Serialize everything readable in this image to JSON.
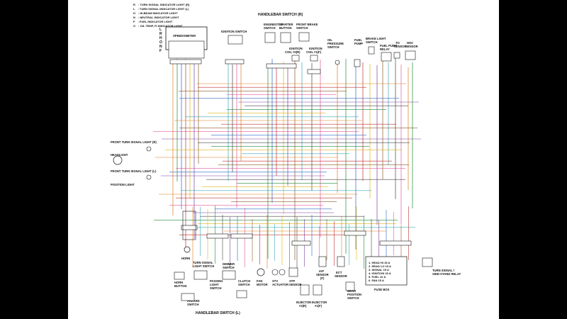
{
  "legend": [
    {
      "letter": "R",
      "text": ": TURN SIGNAL INDICATOR LIGHT (R)"
    },
    {
      "letter": "L",
      "text": ": TURN SIGNAL INDICATOR LIGHT (L)"
    },
    {
      "letter": "H",
      "text": ": HI-BEAM INDICATOR LIGHT"
    },
    {
      "letter": "N",
      "text": ": NEUTRAL INDICATOR LIGHT"
    },
    {
      "letter": "F",
      "text": ": FUEL INDICATOR LIGHT"
    },
    {
      "letter": "O",
      "text": ": OIL TEMP, FI INDICATOR LIGHT"
    }
  ],
  "titles": {
    "handlebar_r": "HANDLEBAR SWITCH (R)",
    "handlebar_l": "HANDLEBAR SWITCH (L)"
  },
  "components": {
    "speedometer": "SPEEDOMETER",
    "ignition_switch": "IGNITION SWITCH",
    "engine_stop": [
      "ENGINESTOP",
      "SWITCH"
    ],
    "starter_button": [
      "STARTER",
      "BUTTON"
    ],
    "front_brake": [
      "FRONT BRAKE",
      "SWITCH"
    ],
    "ignition_coil_r": [
      "IGNITION",
      "COIL #2(R)"
    ],
    "ignition_coil_f": [
      "IGNITION",
      "COIL #1(F)"
    ],
    "oil_pressure": [
      "OIL",
      "PRESSURE",
      "SWITCH"
    ],
    "fuel_pump": [
      "FUEL",
      "PUMP"
    ],
    "brake_light": [
      "BRAKE LIGHT",
      "SWITCH"
    ],
    "fuel_pump_relay": [
      "FUEL PUMP",
      "RELAY"
    ],
    "to_sensor": [
      "TO",
      "SENSOR"
    ],
    "hoc_sensor": [
      "HOC",
      "SENSOR"
    ],
    "front_turn_r": "FRONT TURN SIGNAL LIGHT (R)",
    "headlight": "HEADLIGHT",
    "front_turn_l": "FRONT TURN SIGNAL LIGHT (L)",
    "position_light": "POSITION LIGHT",
    "horn": "HORN",
    "horn_button": [
      "HORN",
      "BUTTON"
    ],
    "turn_signal_switch": [
      "TURN SIGNAL",
      "LIGHT SWITCH"
    ],
    "dimmer_switch": [
      "DIMMER",
      "SWITCH"
    ],
    "passing_switch": [
      "PASSING",
      "LIGHT",
      "SWITCH"
    ],
    "clutch_switch": [
      "CLUTCH",
      "SWITCH"
    ],
    "hazard_switch": [
      "HAZARD",
      "SWITCH"
    ],
    "fan_motor": [
      "FAN",
      "MOTOR"
    ],
    "stv_actuator": [
      "STV",
      "ACTUATOR"
    ],
    "stp_sensor": [
      "STP",
      "SENSOR"
    ],
    "iap_sensor": [
      "IAP",
      "SENSOR",
      "(F)"
    ],
    "ect_sensor": [
      "ECT",
      "SENSOR"
    ],
    "gear_position": [
      "GEAR",
      "POSITION",
      "SWITCH"
    ],
    "injector_r": [
      "INJECTOR",
      "#2(R)"
    ],
    "injector_f": [
      "INJECTOR",
      "#1(F)"
    ],
    "fuse_box": "FUSE BOX",
    "turn_relay": [
      "TURN SIGNAL /",
      "SIDE-STAND RELAY"
    ]
  },
  "speedometer_letters": [
    "L",
    "R",
    "H",
    "O",
    "N",
    "F"
  ],
  "fuses": [
    "1. HEAD HI  15 A",
    "2. HEAD LO  15 A",
    "3. SIGNAL   15 A",
    "4. IGNITION 15 A",
    "5. FUEL     10 A",
    "6. FAN      15 A"
  ],
  "wire_colors": [
    "#e07b1f",
    "#1f8a3a",
    "#2b63c9",
    "#c22d2d",
    "#d9b814",
    "#7a3fa0",
    "#8a5a2b",
    "#3aa8b5",
    "#444444",
    "#e05a9a"
  ]
}
